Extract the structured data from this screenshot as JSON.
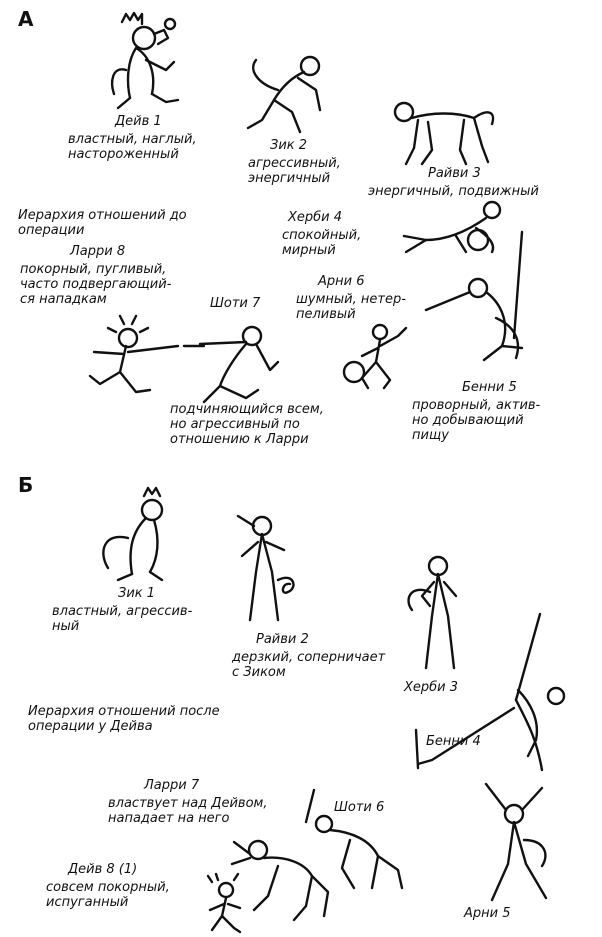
{
  "panels": {
    "a": {
      "letter": "А",
      "heading": "Иерархия отношений до\nоперации",
      "monkeys": [
        {
          "name": "Дейв 1",
          "traits": "властный, наглый,\nнастороженный",
          "icon": "crowned-monkey-sitting-icon"
        },
        {
          "name": "Зик 2",
          "traits": "агрессивный,\nэнергичный",
          "icon": "monkey-crouching-icon"
        },
        {
          "name": "Райви 3",
          "traits": "энергичный, подвижный",
          "icon": "monkey-walking-icon"
        },
        {
          "name": "Херби 4",
          "traits": "спокойный,\nмирный",
          "icon": "monkey-lying-icon"
        },
        {
          "name": "Бенни 5",
          "traits": "проворный, актив-\nно добывающий\nпищу",
          "icon": "monkey-climbing-pole-icon"
        },
        {
          "name": "Арни 6",
          "traits": "шумный, нетер-\nпеливый",
          "icon": "monkey-jumping-icon"
        },
        {
          "name": "Шоти 7",
          "traits": "подчиняющийся всем,\nно агрессивный по\nотношению к Ларри",
          "icon": "monkey-attacking-icon"
        },
        {
          "name": "Ларри 8",
          "traits": "покорный, пугливый,\nчасто подвергающий-\nся нападкам",
          "icon": "monkey-fleeing-icon"
        }
      ]
    },
    "b": {
      "letter": "Б",
      "heading": "Иерархия отношений после\nоперации у Дейва",
      "monkeys": [
        {
          "name": "Зик 1",
          "traits": "властный, агрессив-\nный",
          "icon": "crowned-monkey-sitting-icon"
        },
        {
          "name": "Райви 2",
          "traits": "дерзкий, соперничает\nс Зиком",
          "icon": "monkey-standing-icon"
        },
        {
          "name": "Херби 3",
          "traits": "",
          "icon": "monkey-standing-icon"
        },
        {
          "name": "Бенни 4",
          "traits": "",
          "icon": "monkey-climbing-rope-icon"
        },
        {
          "name": "Арни 5",
          "traits": "",
          "icon": "monkey-raising-arms-icon"
        },
        {
          "name": "Шоти 6",
          "traits": "",
          "icon": "monkey-crouching-icon"
        },
        {
          "name": "Ларри 7",
          "traits": "властвует над Дейвом,\nнападает на него",
          "icon": "monkey-attacking-icon"
        },
        {
          "name": "Дейв 8 (1)",
          "traits": "совсем покорный,\nиспуганный",
          "icon": "monkey-cowering-icon"
        }
      ]
    }
  }
}
